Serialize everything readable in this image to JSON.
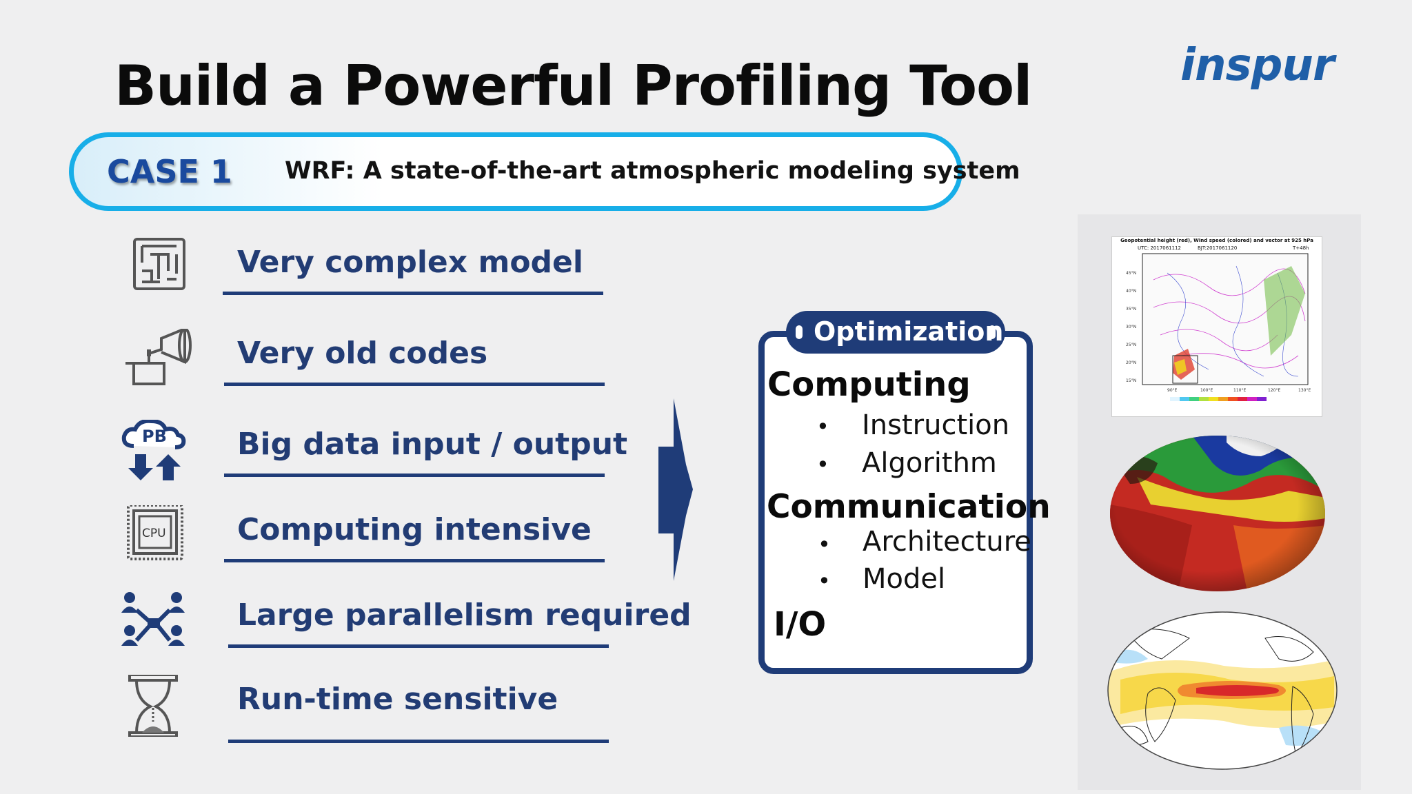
{
  "slide": {
    "title": "Build a Powerful Profiling Tool",
    "logo": "inspur"
  },
  "case": {
    "label": "CASE 1",
    "description": "WRF: A state-of-the-art atmospheric modeling system"
  },
  "features": [
    {
      "label": "Very complex model",
      "icon": "maze-icon"
    },
    {
      "label": "Very old codes",
      "icon": "gramophone-icon"
    },
    {
      "label": "Big data input / output",
      "icon": "cloud-pb-icon",
      "icon_text": "PB"
    },
    {
      "label": "Computing intensive",
      "icon": "cpu-icon",
      "icon_text": "CPU"
    },
    {
      "label": "Large parallelism required",
      "icon": "network-people-icon"
    },
    {
      "label": "Run-time sensitive",
      "icon": "hourglass-icon"
    }
  ],
  "optimization": {
    "title": "Optimization",
    "computing": {
      "heading": "Computing",
      "items": [
        "Instruction",
        "Algorithm"
      ]
    },
    "communication": {
      "heading": "Communication",
      "items": [
        "Architecture",
        "Model"
      ]
    },
    "io": {
      "heading": "I/O"
    }
  },
  "images": {
    "map_title": "Geopotential height (red), Wind speed (colored) and vector at 925 hPa",
    "map_utc": "UTC: 2017061112",
    "map_bjt": "BJT:2017061120",
    "map_t": "T+48h"
  },
  "colors": {
    "accent_cyan": "#17aee8",
    "navy": "#1f3c78",
    "case_blue": "#1a4a9e",
    "logo_blue": "#1f5fa8"
  }
}
